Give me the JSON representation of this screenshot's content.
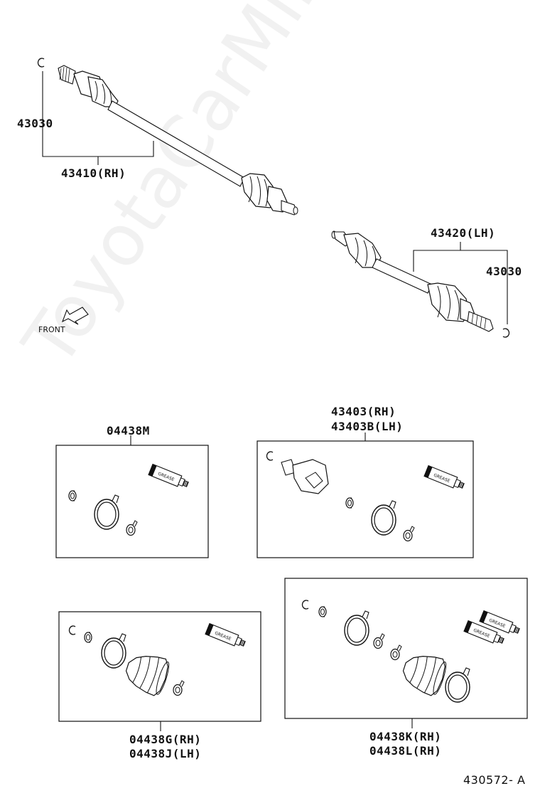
{
  "watermark": "ToyotaCarMine.ru",
  "front_label": "FRONT",
  "diagram_ref": "430572- A",
  "labels": {
    "snap_ring_top": "43030",
    "shaft_rh": "43410(RH)",
    "shaft_lh": "43420(LH)",
    "snap_ring_right": "43030",
    "kit_m": "04438M",
    "joint_rh": "43403(RH)",
    "joint_lh": "43403B(LH)",
    "kit_g": "04438G(RH)",
    "kit_j": "04438J(LH)",
    "kit_k": "04438K(RH)",
    "kit_l": "04438L(RH)"
  },
  "grease_tube_text": "GREASE"
}
